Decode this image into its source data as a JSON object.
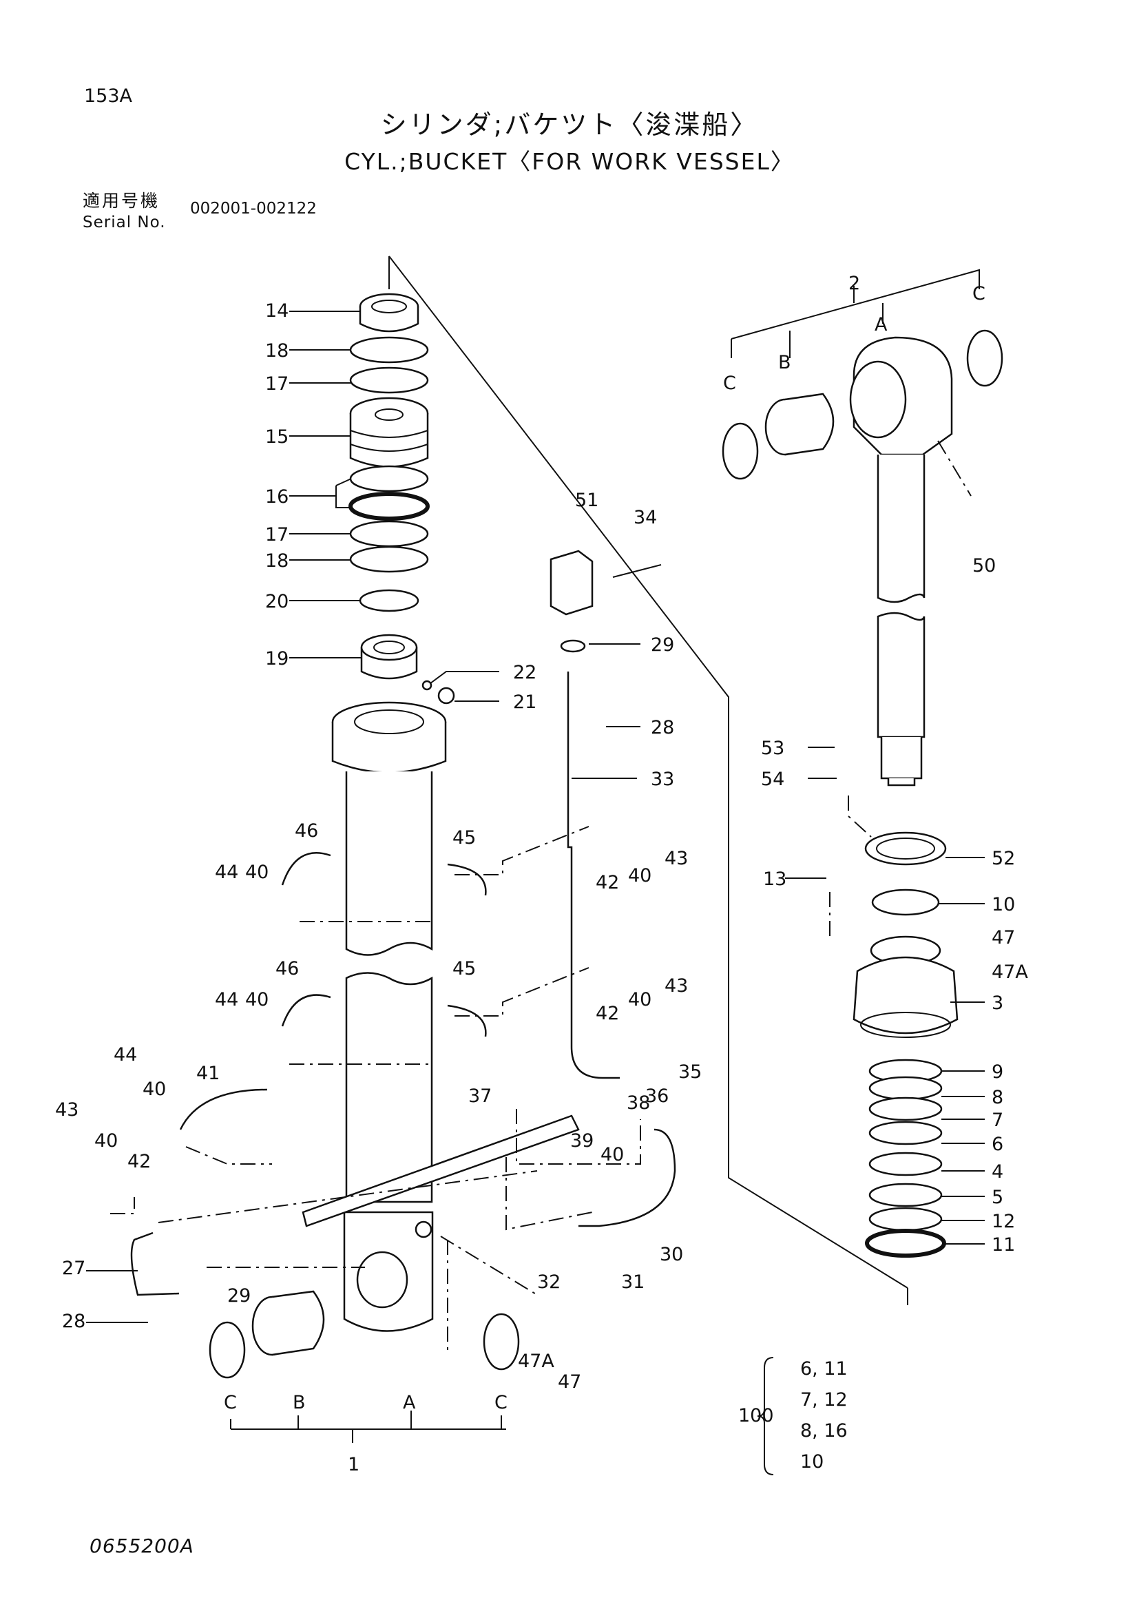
{
  "header": {
    "page_code": "153A",
    "title_jp": "シリンダ;バケツト〈浚渫船〉",
    "title_en": "CYL.;BUCKET〈FOR WORK VESSEL〉",
    "serial_label_jp": "適用号機",
    "serial_label_en": "Serial No.",
    "serial_range": "002001-002122"
  },
  "callouts": [
    {
      "id": "c14",
      "label": "14"
    },
    {
      "id": "c18a",
      "label": "18"
    },
    {
      "id": "c17a",
      "label": "17"
    },
    {
      "id": "c15",
      "label": "15"
    },
    {
      "id": "c16",
      "label": "16"
    },
    {
      "id": "c17b",
      "label": "17"
    },
    {
      "id": "c18b",
      "label": "18"
    },
    {
      "id": "c20",
      "label": "20"
    },
    {
      "id": "c19",
      "label": "19"
    },
    {
      "id": "c22",
      "label": "22"
    },
    {
      "id": "c21",
      "label": "21"
    },
    {
      "id": "c51",
      "label": "51"
    },
    {
      "id": "c34",
      "label": "34"
    },
    {
      "id": "c29a",
      "label": "29"
    },
    {
      "id": "c28a",
      "label": "28"
    },
    {
      "id": "c33",
      "label": "33"
    },
    {
      "id": "c46a",
      "label": "46"
    },
    {
      "id": "c45a",
      "label": "45"
    },
    {
      "id": "c44a",
      "label": "44"
    },
    {
      "id": "c40a",
      "label": "40"
    },
    {
      "id": "c42a",
      "label": "42"
    },
    {
      "id": "c40b",
      "label": "40"
    },
    {
      "id": "c43a",
      "label": "43"
    },
    {
      "id": "c46b",
      "label": "46"
    },
    {
      "id": "c45b",
      "label": "45"
    },
    {
      "id": "c44b",
      "label": "44"
    },
    {
      "id": "c40c",
      "label": "40"
    },
    {
      "id": "c42b",
      "label": "42"
    },
    {
      "id": "c40d",
      "label": "40"
    },
    {
      "id": "c43b",
      "label": "43"
    },
    {
      "id": "c36",
      "label": "36"
    },
    {
      "id": "c35",
      "label": "35"
    },
    {
      "id": "c44c",
      "label": "44"
    },
    {
      "id": "c40e",
      "label": "40"
    },
    {
      "id": "c41",
      "label": "41"
    },
    {
      "id": "c37",
      "label": "37"
    },
    {
      "id": "c38",
      "label": "38"
    },
    {
      "id": "c39",
      "label": "39"
    },
    {
      "id": "c40f",
      "label": "40"
    },
    {
      "id": "c43c",
      "label": "43"
    },
    {
      "id": "c40g",
      "label": "40"
    },
    {
      "id": "c42c",
      "label": "42"
    },
    {
      "id": "c27",
      "label": "27"
    },
    {
      "id": "c29b",
      "label": "29"
    },
    {
      "id": "c28b",
      "label": "28"
    },
    {
      "id": "c32",
      "label": "32"
    },
    {
      "id": "c31",
      "label": "31"
    },
    {
      "id": "c30",
      "label": "30"
    },
    {
      "id": "c47Aa",
      "label": "47A"
    },
    {
      "id": "c47a",
      "label": "47"
    },
    {
      "id": "cCa",
      "label": "C"
    },
    {
      "id": "cBa",
      "label": "B"
    },
    {
      "id": "cAa",
      "label": "A"
    },
    {
      "id": "cCb",
      "label": "C"
    },
    {
      "id": "c1",
      "label": "1"
    },
    {
      "id": "c2",
      "label": "2"
    },
    {
      "id": "cCc",
      "label": "C"
    },
    {
      "id": "cAb",
      "label": "A"
    },
    {
      "id": "cBb",
      "label": "B"
    },
    {
      "id": "cCd",
      "label": "C"
    },
    {
      "id": "c50",
      "label": "50"
    },
    {
      "id": "c53",
      "label": "53"
    },
    {
      "id": "c54",
      "label": "54"
    },
    {
      "id": "c52",
      "label": "52"
    },
    {
      "id": "c13",
      "label": "13"
    },
    {
      "id": "c10",
      "label": "10"
    },
    {
      "id": "c47b",
      "label": "47"
    },
    {
      "id": "c47Ab",
      "label": "47A"
    },
    {
      "id": "c3",
      "label": "3"
    },
    {
      "id": "c9",
      "label": "9"
    },
    {
      "id": "c8",
      "label": "8"
    },
    {
      "id": "c7",
      "label": "7"
    },
    {
      "id": "c6",
      "label": "6"
    },
    {
      "id": "c4",
      "label": "4"
    },
    {
      "id": "c5",
      "label": "5"
    },
    {
      "id": "c12",
      "label": "12"
    },
    {
      "id": "c11",
      "label": "11"
    }
  ],
  "kit": {
    "number": "100",
    "items": [
      "6, 11",
      "7, 12",
      "8, 16",
      "10"
    ]
  },
  "footer": {
    "drawing_code": "0655200A"
  }
}
